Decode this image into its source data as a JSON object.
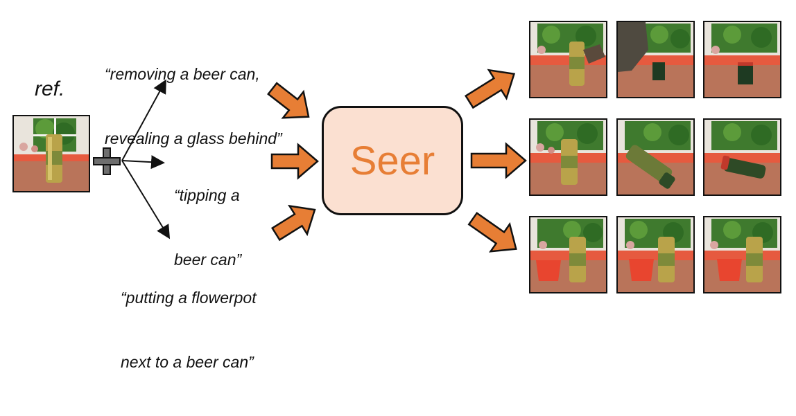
{
  "reference": {
    "label": "ref."
  },
  "prompts": [
    {
      "line1": "“removing a beer can,",
      "line2": "revealing a glass behind”"
    },
    {
      "line1": "“tipping a",
      "line2": "beer can”"
    },
    {
      "line1": "“putting a flowerpot",
      "line2": "next to a beer can”"
    }
  ],
  "model": {
    "name": "Seer"
  },
  "colors": {
    "arrow": "#e77e35",
    "box_fill": "#fbe0d1",
    "box_text": "#e77e35"
  },
  "icons": {
    "plus": "plus-icon"
  }
}
